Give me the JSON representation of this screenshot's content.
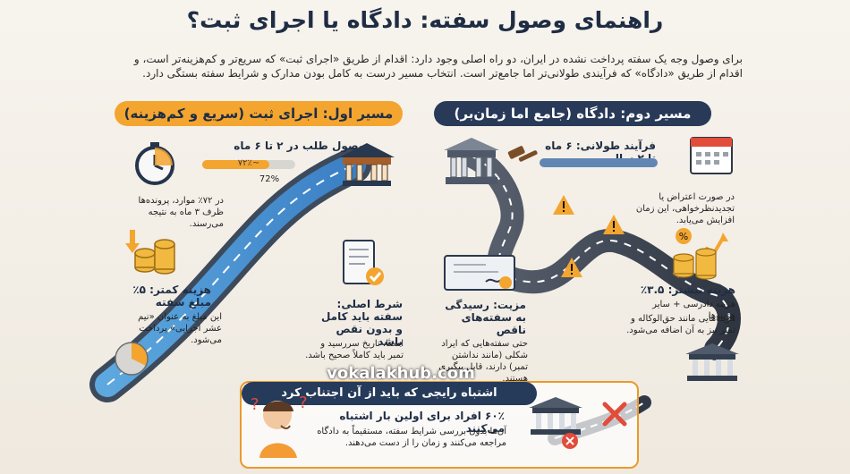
{
  "title": "راهنمای وصول سفته: دادگاه یا اجرای ثبت؟",
  "intro": "برای وصول وجه یک سفته پرداخت نشده در ایران، دو راه اصلی وجود دارد: اقدام از طریق «اجرای ثبت» که سریع‌تر و کم‌هزینه‌تر است، و اقدام از طریق «دادگاه» که فرآیندی طولانی‌تر اما جامع‌تر است. انتخاب مسیر درست به کامل بودن مدارک و شرایط سفته بستگی دارد.",
  "left": {
    "heading": "مسیر اول: اجرای ثبت (سریع و کم‌هزینه)",
    "time_label": "وصول طلب در ۲ تا ۶ ماه",
    "progress_badge": "~۷۲٪",
    "progress_text": "72%",
    "progress_fraction": 0.72,
    "time_note": "در ۷۲٪ موارد، پرونده‌ها ظرف ۳ ماه به نتیجه می‌رسند.",
    "cost_title": "هزینه کمتر: ۵٪ مبلغ سفته",
    "cost_note": "این مبلغ به عنوان «نیم عشر اجرایی» پرداخت می‌شود.",
    "cond_title": "شرط اصلی: سفته باید کامل و بدون نقص باشد",
    "cond_note": "امضا، تاریخ سررسید و تمبر باید کاملاً صحیح باشد."
  },
  "right": {
    "heading": "مسیر دوم: دادگاه (جامع اما زمان‌بر)",
    "time_label": "فرآیند طولانی: ۶ ماه تا ۲ سال",
    "time_note": "در صورت اعتراض یا تجدیدنظرخواهی، این زمان افزایش می‌یابد.",
    "cost_title": "هزینه بیشتر: ۳.۵٪",
    "cost_sub": "هزینه دادرسی + سایر هزینه‌ها",
    "cost_note": "هزینه‌هایی مانند حق‌الوکاله و تمبر نیز به آن اضافه می‌شود.",
    "adv_title": "مزیت: رسیدگی به سفته‌های ناقص",
    "adv_note": "حتی سفته‌هایی که ایراد شکلی (مانند نداشتن تمبر) دارند، قابل پیگیری هستند."
  },
  "warning": {
    "heading": "اشتباه رایجی که باید از آن اجتناب کرد",
    "title": "۶۰٪ افراد برای اولین بار اشتباه می‌کنند",
    "note": "آن‌ها بدون بررسی شرایط سفته، مستقیماً به دادگاه مراجعه می‌کنند و زمان را از دست می‌دهند."
  },
  "watermark": "vokalakhub.com",
  "colors": {
    "orange": "#f3a52f",
    "navy": "#283a58",
    "blue": "#2f72b8",
    "red": "#e94b35"
  }
}
